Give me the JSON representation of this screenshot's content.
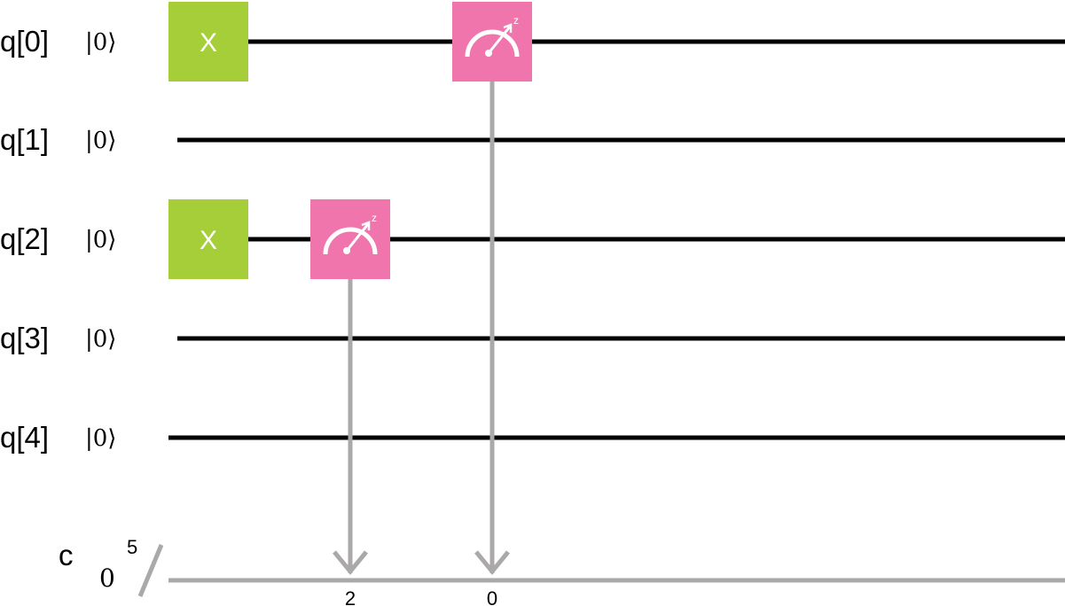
{
  "circuit": {
    "qubits": [
      {
        "label": "q[0]",
        "init": "|0⟩"
      },
      {
        "label": "q[1]",
        "init": "|0⟩"
      },
      {
        "label": "q[2]",
        "init": "|0⟩"
      },
      {
        "label": "q[3]",
        "init": "|0⟩"
      },
      {
        "label": "q[4]",
        "init": "|0⟩"
      }
    ],
    "classical": {
      "label": "c",
      "init": "0",
      "size": "5"
    },
    "gates": [
      {
        "type": "X",
        "label": "X",
        "qubit": 0,
        "column": 0,
        "color": "#a6ce39"
      },
      {
        "type": "X",
        "label": "X",
        "qubit": 2,
        "column": 0,
        "color": "#a6ce39"
      },
      {
        "type": "measure",
        "qubit": 2,
        "column": 1,
        "bit": "2",
        "basis": "z",
        "color": "#f075ac"
      },
      {
        "type": "measure",
        "qubit": 0,
        "column": 2,
        "bit": "0",
        "basis": "z",
        "color": "#f075ac"
      }
    ],
    "wire_color": "#000000",
    "classical_wire_color": "#aaa8a8"
  }
}
